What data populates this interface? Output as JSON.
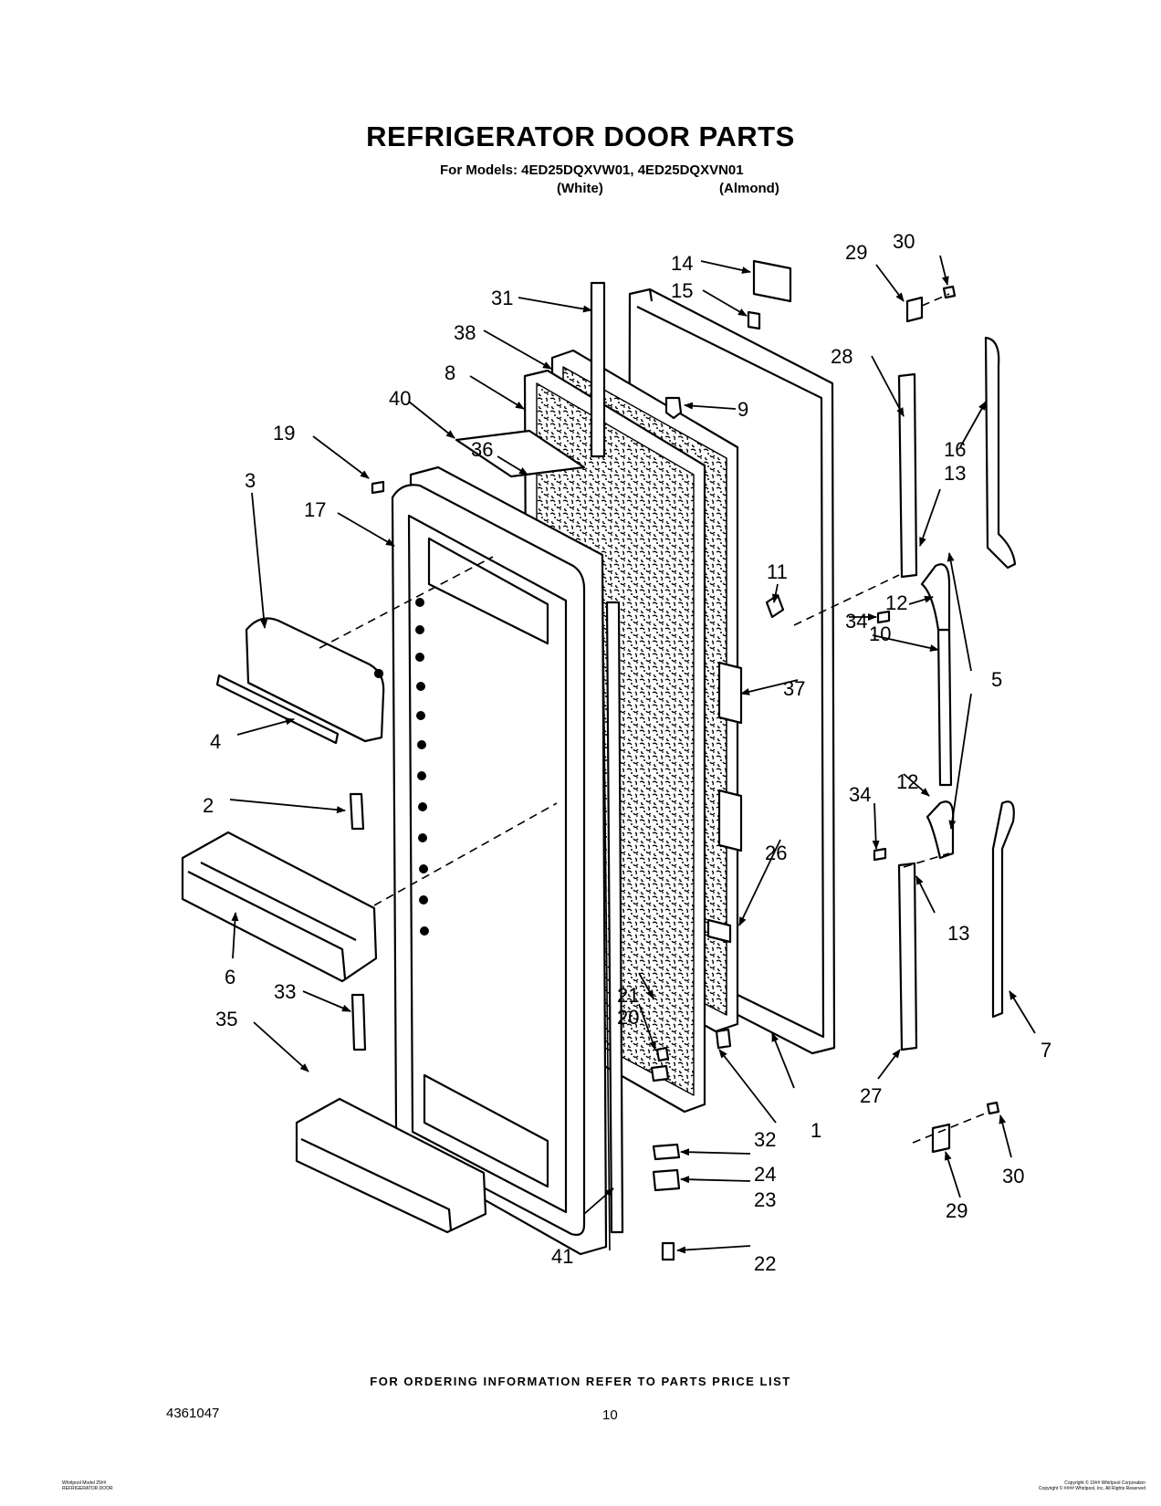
{
  "header": {
    "title": "REFRIGERATOR DOOR PARTS",
    "models_line": "For Models: 4ED25DQXVW01, 4ED25DQXVN01",
    "color_white": "(White)",
    "color_almond": "(Almond)"
  },
  "part_labels": {
    "p1": "1",
    "p2": "2",
    "p3": "3",
    "p4": "4",
    "p5": "5",
    "p6": "6",
    "p7": "7",
    "p8": "8",
    "p9": "9",
    "p10": "10",
    "p11": "11",
    "p12a": "12",
    "p12b": "12",
    "p13a": "13",
    "p13b": "13",
    "p14": "14",
    "p15": "15",
    "p16": "16",
    "p17": "17",
    "p19": "19",
    "p20": "20",
    "p21": "21",
    "p22": "22",
    "p23": "23",
    "p24": "24",
    "p26": "26",
    "p27": "27",
    "p28": "28",
    "p29a": "29",
    "p29b": "29",
    "p30a": "30",
    "p30b": "30",
    "p31": "31",
    "p32": "32",
    "p33": "33",
    "p34a": "34",
    "p34b": "34",
    "p35": "35",
    "p36": "36",
    "p37": "37",
    "p38": "38",
    "p40": "40",
    "p41": "41"
  },
  "footer": {
    "ordering": "FOR ORDERING INFORMATION REFER TO PARTS PRICE LIST",
    "doc_number": "4361047",
    "page_number": "10",
    "fine_left_1": "Whirlpool Model 25##",
    "fine_left_2": "REFRIGERATOR DOOR",
    "fine_right_1": "Copyright © 19## Whirlpool Corporation",
    "fine_right_2": "Copyright © #### Whirlpool, Inc. All Rights Reserved"
  }
}
